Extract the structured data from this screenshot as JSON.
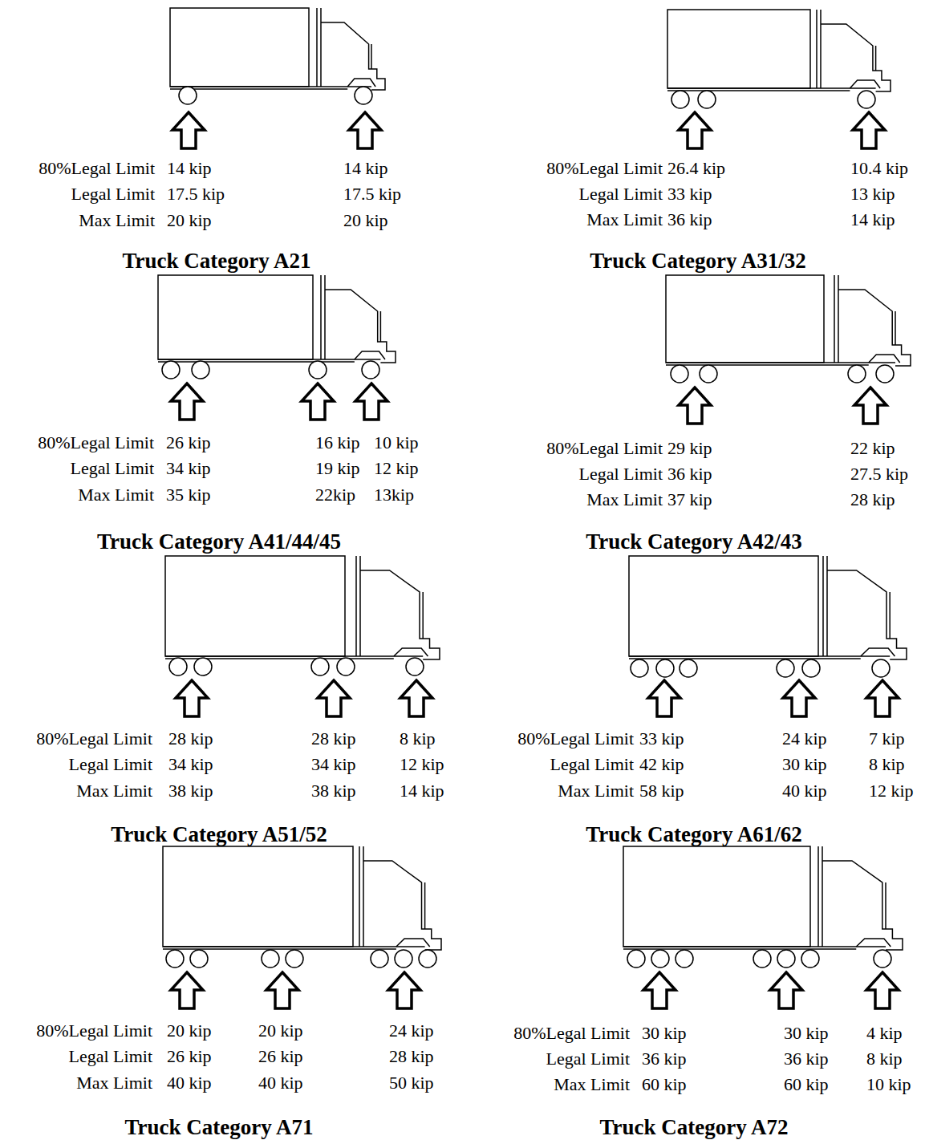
{
  "diagram": {
    "labels": [
      "80%Legal Limit",
      "14 kip",
      "14 kip",
      "Legal Limit",
      "17.5 kip",
      "17.5 kip",
      "Max Limit",
      "20 kip",
      "20 kip",
      "Truck Category A21",
      "80%Legal Limit",
      "26.4 kip",
      "10.4 kip",
      "Legal Limit",
      "33 kip",
      "13 kip",
      "Max Limit",
      "36 kip",
      "14 kip",
      "Truck Category A31/32",
      "80%Legal Limit",
      "26 kip",
      "16 kip",
      "10 kip",
      "Legal Limit",
      "34 kip",
      "19 kip",
      "12 kip",
      "Max Limit",
      "35 kip",
      "22kip",
      "13kip",
      "Truck Category A41/44/45",
      "80%Legal Limit",
      "29 kip",
      "22 kip",
      "Legal Limit",
      "36 kip",
      "27.5 kip",
      "Max Limit",
      "37 kip",
      "28 kip",
      "Truck Category A42/43",
      "80%Legal Limit",
      "28 kip",
      "28 kip",
      "8 kip",
      "Legal Limit",
      "34 kip",
      "34 kip",
      "12 kip",
      "Max Limit",
      "38 kip",
      "38 kip",
      "14 kip",
      "Truck Category A51/52",
      "80%Legal Limit",
      "33 kip",
      "24 kip",
      "7 kip",
      "Legal Limit",
      "42 kip",
      "30 kip",
      "8 kip",
      "Max Limit",
      "58 kip",
      "40 kip",
      "12 kip",
      "Truck Category A61/62",
      "80%Legal Limit",
      "20 kip",
      "20 kip",
      "24 kip",
      "Legal Limit",
      "26 kip",
      "26 kip",
      "28 kip",
      "Max Limit",
      "40 kip",
      "40 kip",
      "50 kip",
      "Truck Category A71",
      "80%Legal Limit",
      "30 kip",
      "30 kip",
      "4 kip",
      "Legal Limit",
      "36 kip",
      "36 kip",
      "8 kip",
      "Max Limit",
      "60 kip",
      "60 kip",
      "10 kip",
      "Truck Category A72"
    ]
  }
}
